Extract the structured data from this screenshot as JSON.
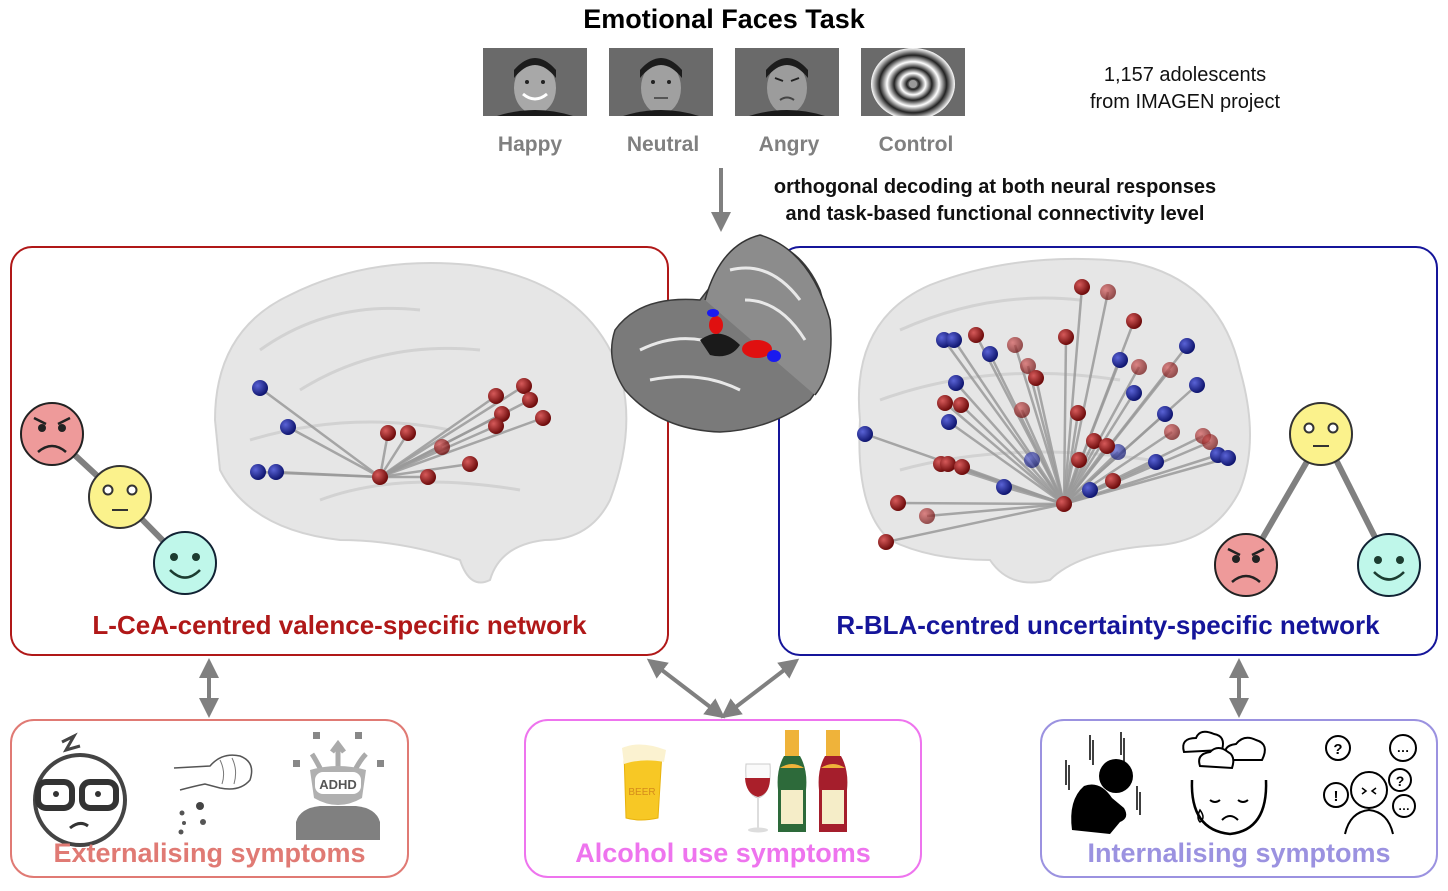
{
  "title": "Emotional Faces Task",
  "stimuli": [
    {
      "label": "Happy",
      "image": "happy-face-photo"
    },
    {
      "label": "Neutral",
      "image": "neutral-face-photo"
    },
    {
      "label": "Angry",
      "image": "angry-face-photo"
    },
    {
      "label": "Control",
      "image": "concentric-circles-pattern"
    }
  ],
  "cohort": {
    "line1": "1,157 adolescents",
    "line2": "from IMAGEN project"
  },
  "decoding": {
    "line1": "orthogonal decoding at both neural responses",
    "line2": "and task-based functional connectivity level"
  },
  "center_image": "amygdala-brain-slices",
  "networks": {
    "left": {
      "title": "L-CeA-centred valence-specific network",
      "color": "#b01818",
      "faces_order": [
        "angry",
        "neutral",
        "happy"
      ],
      "layout": "linear-chain"
    },
    "right": {
      "title": "R-BLA-centred uncertainty-specific network",
      "color": "#15159a",
      "faces_order": [
        "neutral",
        "angry",
        "happy"
      ],
      "layout": "tree"
    }
  },
  "node_colors": {
    "positive": "#8b1a1a",
    "negative": "#1f2a9a"
  },
  "face_colors": {
    "angry": "#ee9a9a",
    "neutral": "#fbf28c",
    "happy": "#bff7ea"
  },
  "symptoms": {
    "externalising": {
      "label": "Externalising symptoms",
      "color": "#e07a74",
      "icons": [
        "angry-glasses-face-icon",
        "fist-punch-icon",
        "adhd-head-icon"
      ],
      "adhd_text": "ADHD"
    },
    "alcohol": {
      "label": "Alcohol use symptoms",
      "color": "#ee74ee",
      "icons": [
        "beer-glass-icon",
        "wine-glass-icon",
        "green-bottle-icon",
        "red-bottle-icon"
      ],
      "beer_text": "BEER"
    },
    "internalising": {
      "label": "Internalising symptoms",
      "color": "#9b92e0",
      "icons": [
        "sad-huddled-person-icon",
        "crying-face-clouds-icon",
        "anxious-person-questions-icon"
      ]
    }
  },
  "arrow_color": "#808080"
}
